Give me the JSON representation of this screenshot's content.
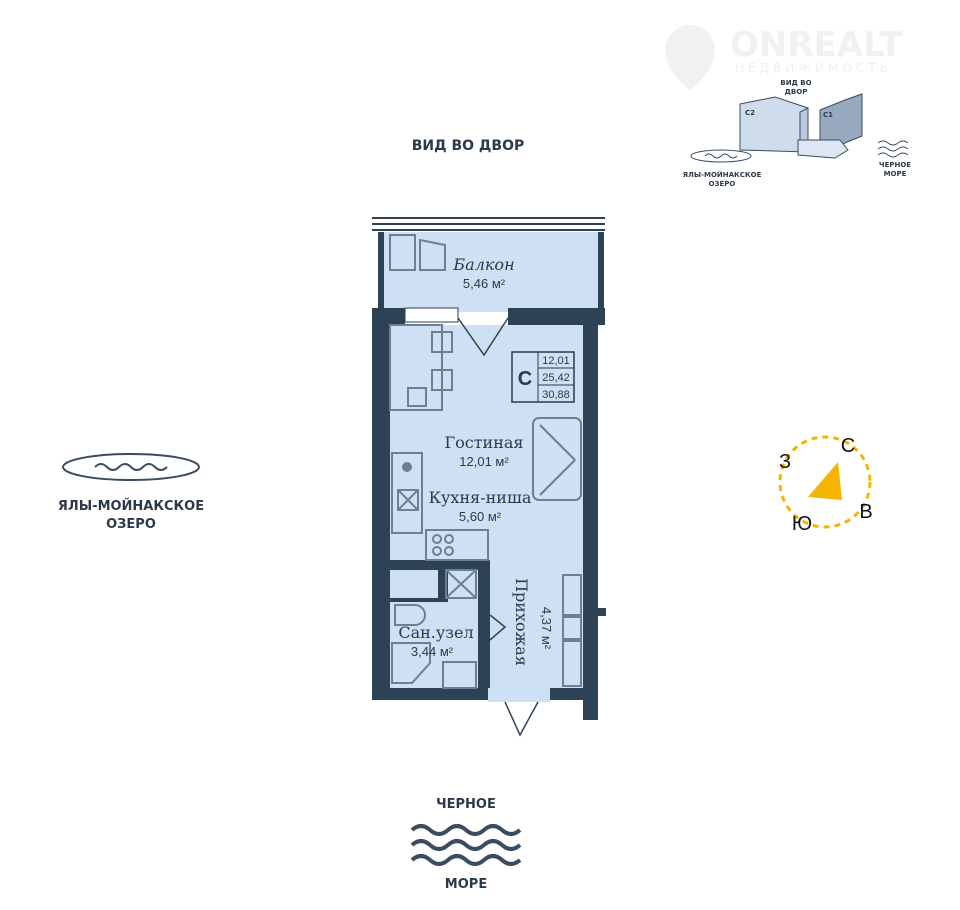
{
  "watermark": {
    "brand": "ONREALT",
    "tagline": "НЕДВИЖИМОСТЬ"
  },
  "views": {
    "courtyard": "ВИД ВО ДВОР",
    "lake_line1": "ЯЛЫ-МОЙНАКСКОЕ",
    "lake_line2": "ОЗЕРО",
    "sea_line1": "ЧЕРНОЕ",
    "sea_line2": "МОРЕ"
  },
  "minimap": {
    "courtyard_line1": "ВИД ВО",
    "courtyard_line2": "ДВОР",
    "building_left": "С2",
    "building_right": "С1",
    "lake_line1": "ЯЛЫ-МОЙНАКСКОЕ",
    "lake_line2": "ОЗЕРО",
    "sea_line1": "ЧЕРНОЕ",
    "sea_line2": "МОРЕ"
  },
  "rooms": {
    "balcony": {
      "name": "Балкон",
      "area": "5,46 м²"
    },
    "living": {
      "name": "Гостиная",
      "area": "12,01 м²"
    },
    "kitchen": {
      "name": "Кухня-ниша",
      "area": "5,60 м²"
    },
    "bathroom": {
      "name": "Сан.узел",
      "area": "3,44 м²"
    },
    "hallway": {
      "name": "Прихожая",
      "area": "4,37 м²"
    }
  },
  "apartment_badge": {
    "type": "С",
    "living_area": "12,01",
    "total_area": "25,42",
    "total_with_balcony": "30,88"
  },
  "compass": {
    "north": "С",
    "east": "В",
    "south": "Ю",
    "west": "З"
  },
  "colors": {
    "wall": "#2e4256",
    "floor": "#cfe0f5",
    "text": "#2b3a4a",
    "compass": "#f5b400",
    "watermark": "#f2f2f2"
  }
}
